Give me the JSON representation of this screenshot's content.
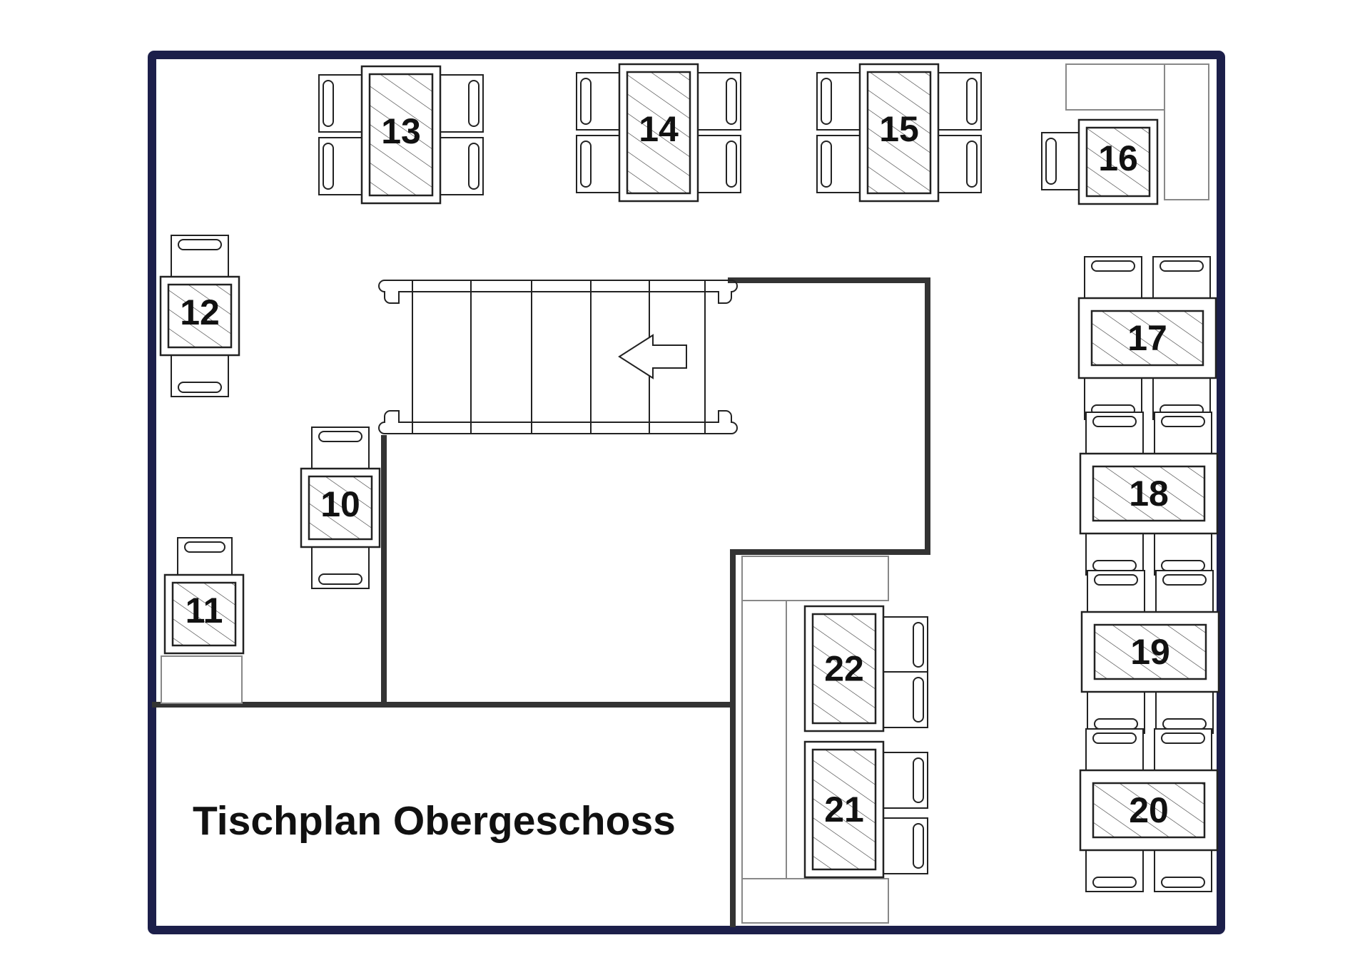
{
  "plan_title": "Tischplan Obergeschoss",
  "colors": {
    "outer_wall": "#1c1f4a",
    "inner_wall": "#333333",
    "furniture": "#222222",
    "fixture": "#888888"
  },
  "stairs": {
    "arrow_direction": "left",
    "icon": "arrow-left-icon"
  },
  "tables": [
    {
      "number": "13",
      "type": "four-seat-vertical"
    },
    {
      "number": "14",
      "type": "four-seat-vertical"
    },
    {
      "number": "15",
      "type": "four-seat-vertical"
    },
    {
      "number": "16",
      "type": "two-seat-single"
    },
    {
      "number": "12",
      "type": "two-seat-vertical"
    },
    {
      "number": "10",
      "type": "two-seat-vertical"
    },
    {
      "number": "11",
      "type": "one-seat"
    },
    {
      "number": "17",
      "type": "four-seat-horizontal"
    },
    {
      "number": "18",
      "type": "four-seat-horizontal"
    },
    {
      "number": "19",
      "type": "four-seat-horizontal"
    },
    {
      "number": "20",
      "type": "four-seat-horizontal"
    },
    {
      "number": "22",
      "type": "bench-table"
    },
    {
      "number": "21",
      "type": "bench-table"
    }
  ]
}
